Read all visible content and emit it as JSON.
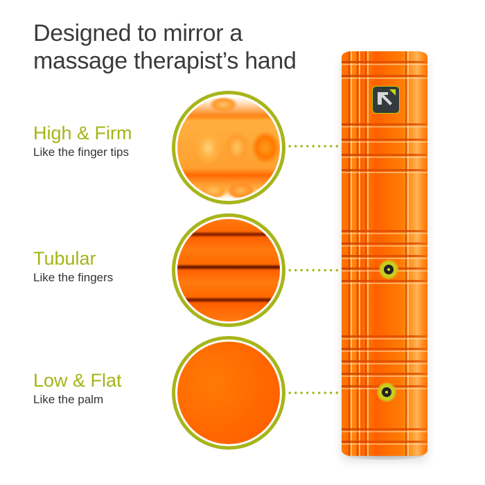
{
  "headline": {
    "line1": "Designed to mirror a",
    "line2": "massage therapist’s hand"
  },
  "features": [
    {
      "title": "High & Firm",
      "subtitle": "Like the finger tips",
      "texture": "high-firm-bumps"
    },
    {
      "title": "Tubular",
      "subtitle": "Like the fingers",
      "texture": "tubular-ridges"
    },
    {
      "title": "Low & Flat",
      "subtitle": "Like the palm",
      "texture": "flat-surface"
    }
  ],
  "product": {
    "name": "foam roller",
    "color": "#ff6a00",
    "logo": "trigger-point-logo"
  },
  "colors": {
    "accent_green": "#a7b51a",
    "headline_text": "#3a3a3c",
    "body_text": "#333333",
    "orange": "#ff6a00"
  }
}
